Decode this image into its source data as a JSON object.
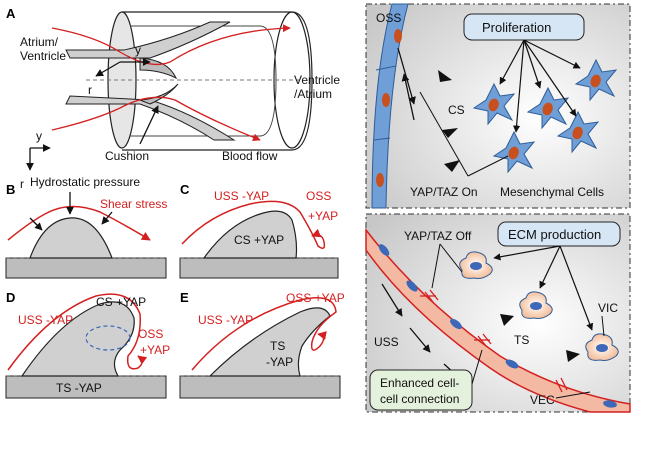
{
  "colors": {
    "red": "#d42020",
    "tissue": "#d0d0d0",
    "base": "#bdbdbd",
    "cell_blue": "#6f9fd6",
    "cell_light": "#c9ddf2",
    "nucleus_orange": "#c8501e",
    "nucleus_blue": "#3d68b8",
    "box_blue": "#d7e6f5",
    "box_green": "#e4f1dc"
  },
  "icons": {
    "arrow": "arrow-icon",
    "mesenchymal_cell": "mesenchymal-cell-icon",
    "valve_interstitial_cell": "valve-interstitial-cell-icon",
    "endothelial_cell": "endothelial-cell-icon"
  },
  "panel_a": {
    "letter": "A",
    "left_label_line1": "Atrium/",
    "left_label_line2": "Ventricle",
    "right_label_line1": "Ventricle",
    "right_label_line2": "/Atrium",
    "axis_y": "y",
    "axis_r": "r",
    "cushion": "Cushion",
    "blood_flow": "Blood flow"
  },
  "axes_bc": {
    "y": "y",
    "r": "r"
  },
  "panel_b": {
    "letter": "B",
    "hydrostatic": "Hydrostatic pressure",
    "shear": "Shear stress"
  },
  "panel_c": {
    "letter": "C",
    "uss": "USS -YAP",
    "oss_line1": "OSS",
    "oss_line2": "+YAP",
    "cs": "CS +YAP"
  },
  "panel_d": {
    "letter": "D",
    "uss": "USS -YAP",
    "cs": "CS +YAP",
    "oss_line1": "OSS",
    "oss_line2": "+YAP",
    "ts": "TS -YAP"
  },
  "panel_e": {
    "letter": "E",
    "uss": "USS -YAP",
    "oss": "OSS +YAP",
    "ts_line1": "TS",
    "ts_line2": "-YAP"
  },
  "top_right": {
    "oss": "OSS",
    "proliferation": "Proliferation",
    "cs": "CS",
    "yap_on": "YAP/TAZ On",
    "mesenchymal": "Mesenchymal Cells"
  },
  "bottom_right": {
    "yap_off": "YAP/TAZ Off",
    "ecm": "ECM production",
    "vic": "VIC",
    "ts": "TS",
    "uss": "USS",
    "enhanced_line1": "Enhanced cell-",
    "enhanced_line2": "cell connection",
    "vec": "VEC"
  }
}
